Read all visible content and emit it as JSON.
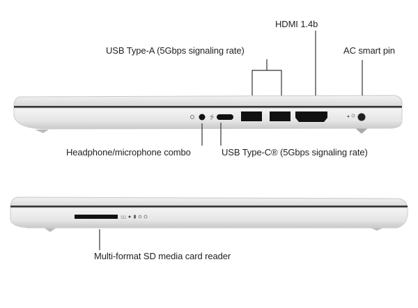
{
  "callouts": {
    "hdmi": "HDMI 1.4b",
    "usb_a": "USB Type-A (5Gbps signaling rate)",
    "ac_pin": "AC smart pin",
    "headphone": "Headphone/microphone combo",
    "usb_c": "USB Type-C® (5Gbps signaling rate)",
    "sd_reader": "Multi-format SD media card reader"
  },
  "port_markings": {
    "sd": "SD"
  },
  "colors": {
    "chassis": "#e4e4e4",
    "port": "#111111",
    "line": "#333333"
  }
}
